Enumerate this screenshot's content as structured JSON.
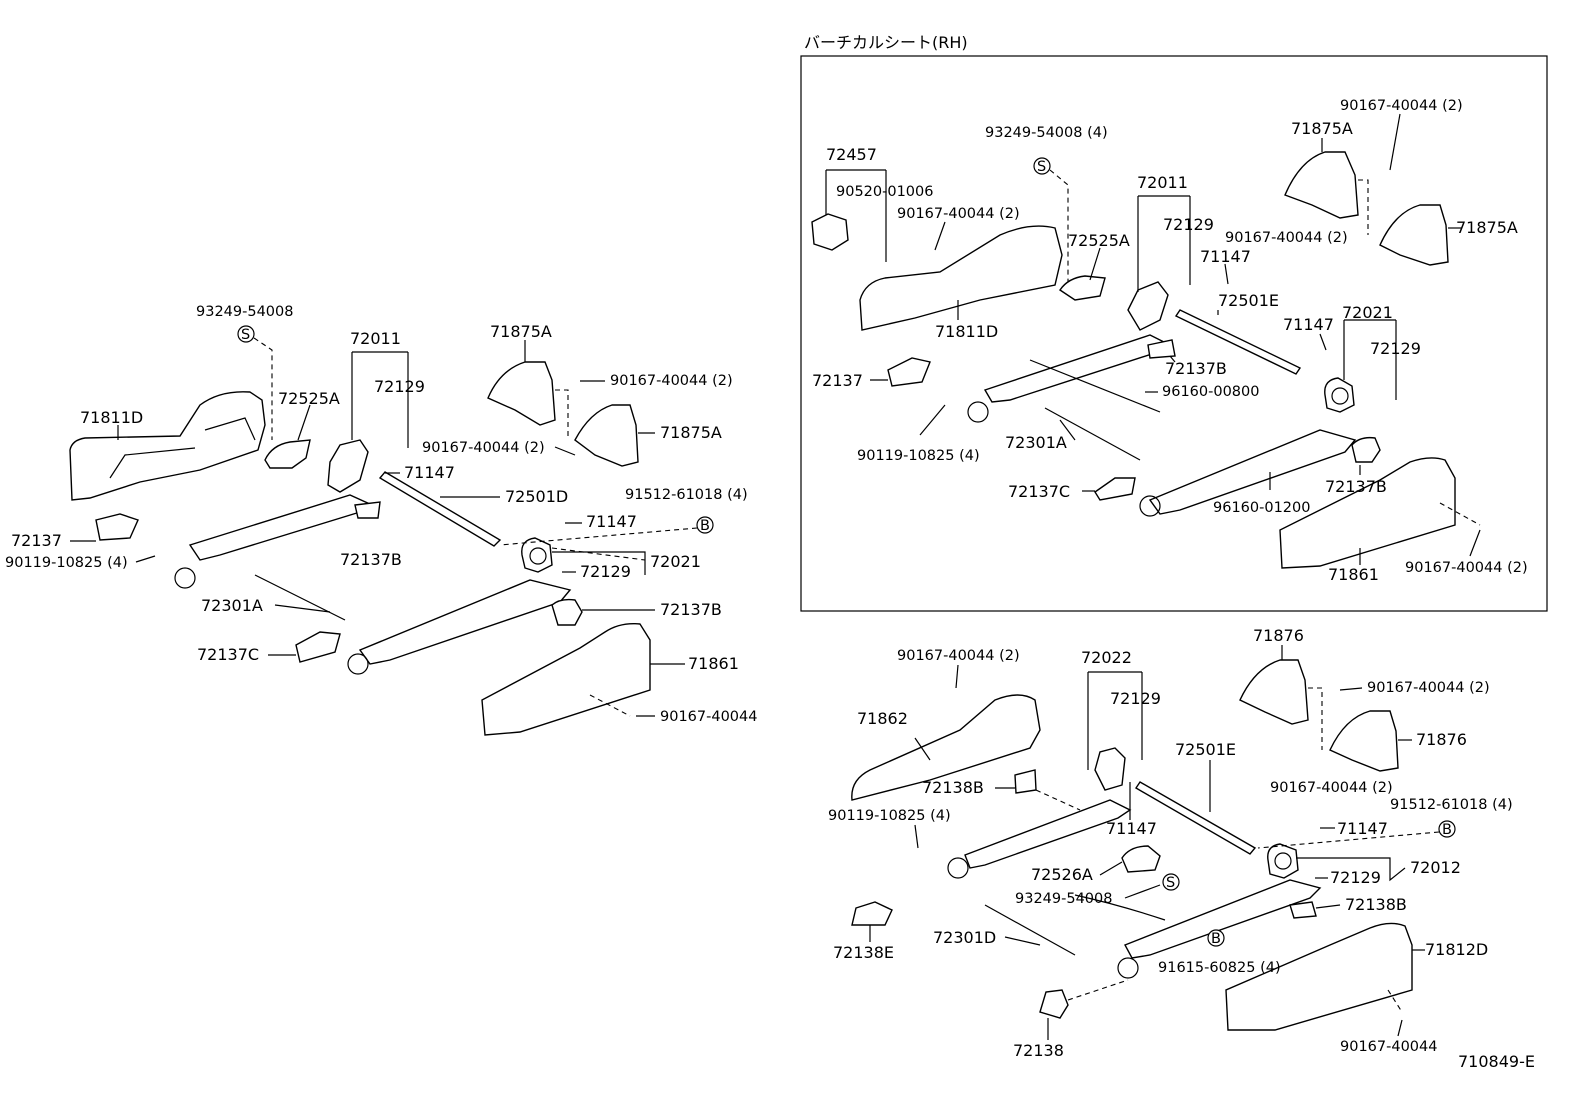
{
  "rh_section": {
    "title": "バーチカルシート(RH)"
  },
  "figure_code": "710849-E",
  "symbols": {
    "s": "S",
    "b": "B"
  },
  "left": {
    "p93249_54008": "93249-54008",
    "p72011": "72011",
    "p72129a": "72129",
    "p71811D": "71811D",
    "p72525A": "72525A",
    "p71875A_1": "71875A",
    "p90167_40044_2a": "90167-40044 (2)",
    "p90167_40044_2b": "90167-40044 (2)",
    "p71875A_2": "71875A",
    "p71147a": "71147",
    "p72501D": "72501D",
    "p91512_61018": "91512-61018 (4)",
    "p72137": "72137",
    "p71147b": "71147",
    "p90119_10825": "90119-10825 (4)",
    "p72137B_1": "72137B",
    "p72129b": "72129",
    "p72021": "72021",
    "p72301A": "72301A",
    "p72137B_2": "72137B",
    "p72137C": "72137C",
    "p71861": "71861",
    "p90167_40044": "90167-40044"
  },
  "rh": {
    "p90167_40044_2a": "90167-40044 (2)",
    "p93249_54008": "93249-54008 (4)",
    "p72457": "72457",
    "p71875A_1": "71875A",
    "p90520_01006": "90520-01006",
    "p72011": "72011",
    "p90167_40044_2b": "90167-40044 (2)",
    "p72129a": "72129",
    "p90167_40044_2c": "90167-40044 (2)",
    "p71875A_2": "71875A",
    "p72525A": "72525A",
    "p71147a": "71147",
    "p72501E": "72501E",
    "p71811D": "71811D",
    "p71147b": "71147",
    "p72021": "72021",
    "p72129b": "72129",
    "p72137B_1": "72137B",
    "p72137": "72137",
    "p96160_00800": "96160-00800",
    "p72301A": "72301A",
    "p90119_10825": "90119-10825 (4)",
    "p72137B_2": "72137B",
    "p72137C": "72137C",
    "p96160_01200": "96160-01200",
    "p71861": "71861",
    "p90167_40044_2d": "90167-40044 (2)"
  },
  "lower": {
    "p71876a": "71876",
    "p90167_40044_2a": "90167-40044 (2)",
    "p72022": "72022",
    "p90167_40044_2b": "90167-40044 (2)",
    "p72129a": "72129",
    "p71876b": "71876",
    "p71862": "71862",
    "p72501E": "72501E",
    "p90167_40044_2c": "90167-40044 (2)",
    "p72138B_1": "72138B",
    "p91512_61018": "91512-61018 (4)",
    "p90119_10825": "90119-10825 (4)",
    "p71147a": "71147",
    "p71147b": "71147",
    "p72526A": "72526A",
    "p72012": "72012",
    "p93249_54008": "93249-54008",
    "p72129b": "72129",
    "p72138B_2": "72138B",
    "p72138E": "72138E",
    "p72301D": "72301D",
    "p71812D": "71812D",
    "p91615_60825": "91615-60825 (4)",
    "p72138": "72138",
    "p90167_40044": "90167-40044"
  }
}
